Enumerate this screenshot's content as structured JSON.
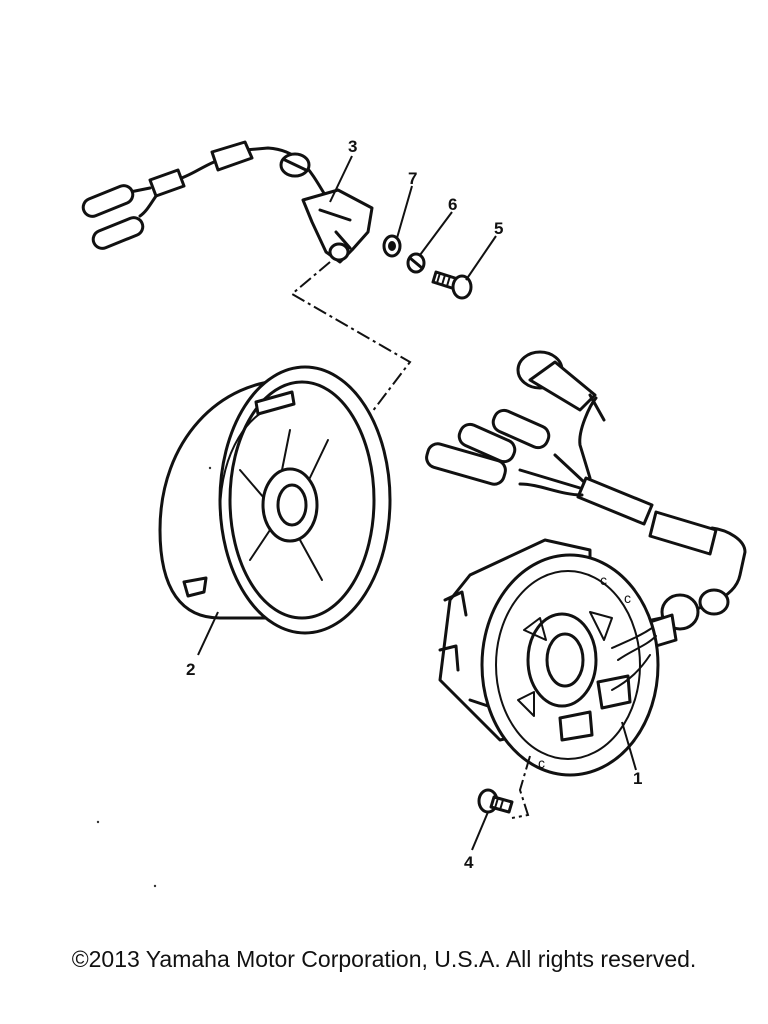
{
  "parts": [
    {
      "id": "1",
      "label": "1"
    },
    {
      "id": "2",
      "label": "2"
    },
    {
      "id": "3",
      "label": "3"
    },
    {
      "id": "4",
      "label": "4"
    },
    {
      "id": "5",
      "label": "5"
    },
    {
      "id": "6",
      "label": "6"
    },
    {
      "id": "7",
      "label": "7"
    }
  ],
  "stator_marks": [
    "c",
    "c",
    "c"
  ],
  "copyright": "©2013 Yamaha Motor Corporation, U.S.A. All rights reserved."
}
